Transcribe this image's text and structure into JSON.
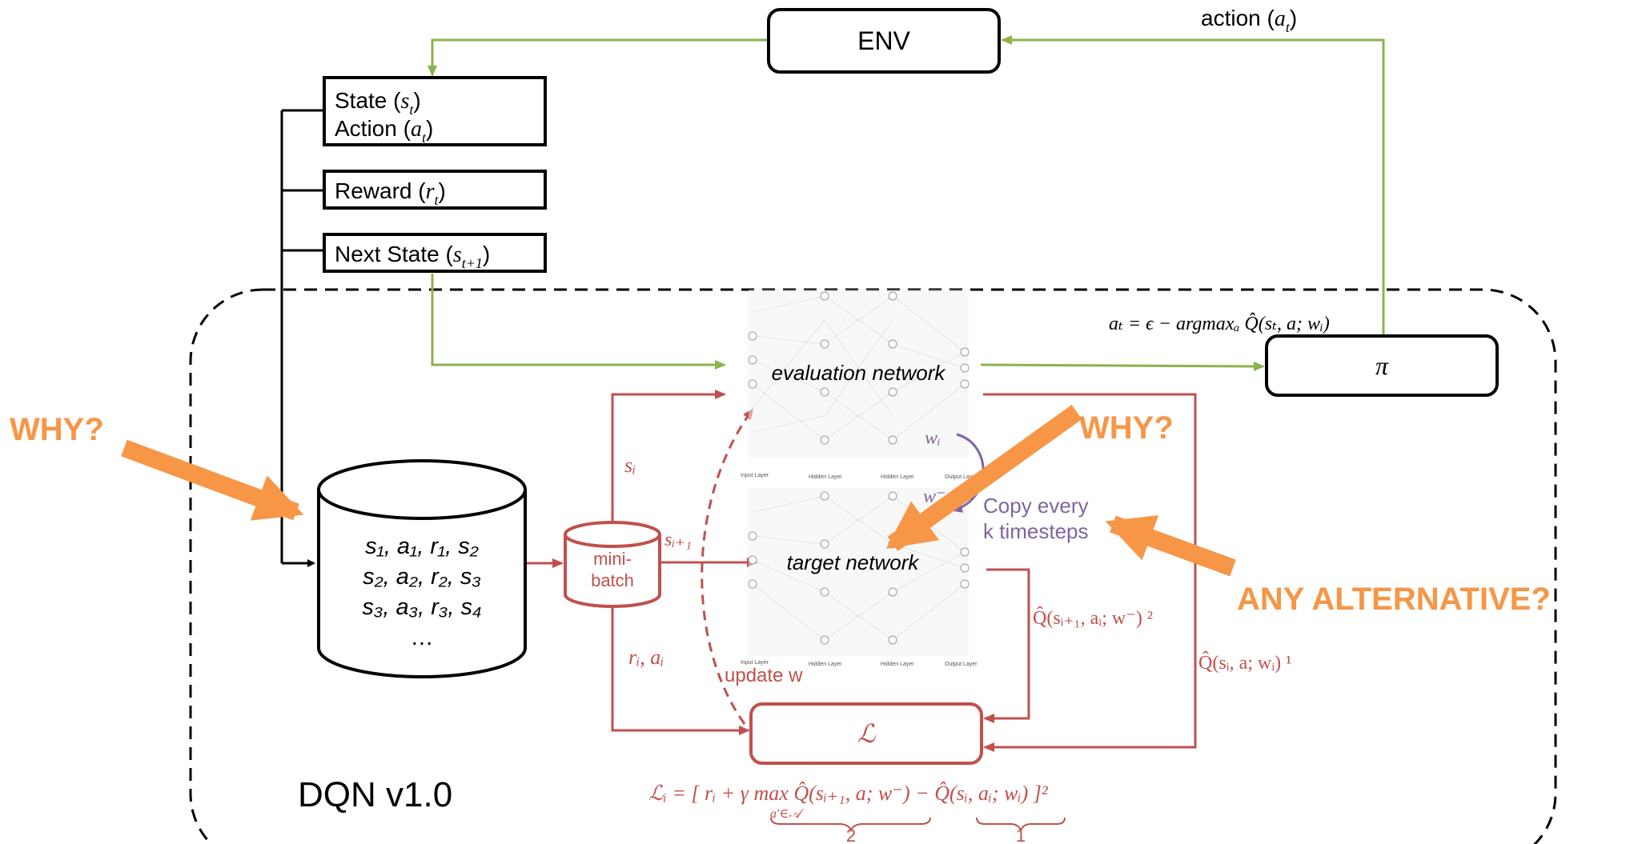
{
  "colors": {
    "black": "#000000",
    "green": "#8bb34e",
    "red": "#c0504d",
    "purple": "#8064a2",
    "orange": "#f79646"
  },
  "env": {
    "label": "ENV"
  },
  "action_label": "action (",
  "action_sym": "a",
  "action_sub": "t",
  "action_close": ")",
  "memory_items": {
    "state": {
      "prefix": "State (",
      "sym": "s",
      "sub": "t",
      "close": ")"
    },
    "action": {
      "prefix": "Action (",
      "sym": "a",
      "sub": "t",
      "close": ")"
    },
    "reward": {
      "prefix": "Reward (",
      "sym": "r",
      "sub": "t",
      "close": ")"
    },
    "next": {
      "prefix": "Next State (",
      "sym": "s",
      "sub": "t+1",
      "close": ")"
    }
  },
  "buffer_rows": [
    "s₁, a₁, r₁, s₂",
    "s₂, a₂, r₂, s₃",
    "s₃, a₃, r₃, s₄",
    "…"
  ],
  "minibatch": {
    "line1": "mini-",
    "line2": "batch"
  },
  "networks": {
    "eval": "evaluation network",
    "target": "target network",
    "layer_labels": [
      "Input Layer",
      "Hidden Layer",
      "Hidden Layer",
      "Output Layer"
    ]
  },
  "policy": {
    "symbol": "π",
    "formula": "aₜ = ϵ − argmaxₐ Q̂(sₜ, a; wᵢ)"
  },
  "edges": {
    "s_i": "sᵢ",
    "s_i1": "sᵢ₊₁",
    "r_a": "rᵢ, aᵢ",
    "update": "update w",
    "q_target": "Q̂(sᵢ₊₁, aᵢ; w⁻) ²",
    "q_eval": "Q̂(sᵢ, a; wᵢ) ¹",
    "w_i": "wᵢ",
    "w_minus": "w⁻",
    "copy1": "Copy every",
    "copy2": "k timesteps"
  },
  "loss": {
    "symbol": "ℒ",
    "formula": "ℒᵢ = [ rᵢ + γ max Q̂(sᵢ₊₁, a; w⁻) − Q̂(sᵢ, aᵢ; wᵢ) ]²",
    "under": "a′∈𝒜",
    "brace1": "2",
    "brace2": "1"
  },
  "title": "DQN v1.0",
  "annotations": {
    "why1": "WHY?",
    "why2": "WHY?",
    "alt": "ANY ALTERNATIVE?"
  }
}
